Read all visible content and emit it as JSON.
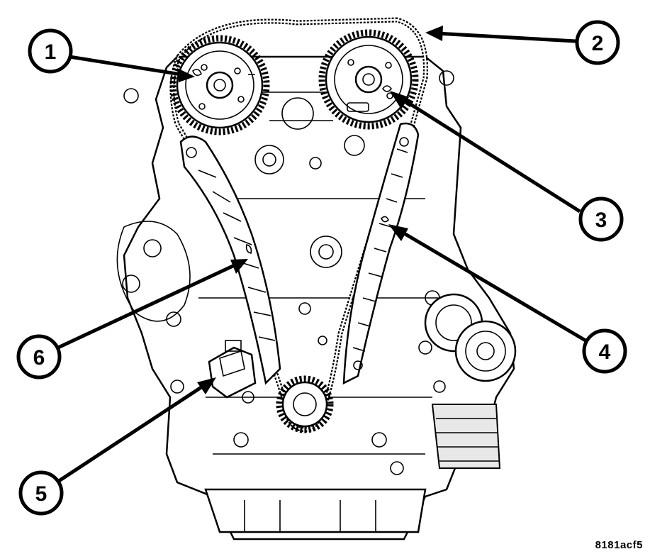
{
  "callouts": [
    "1",
    "2",
    "3",
    "4",
    "5",
    "6"
  ],
  "reference_code": "8181acf5",
  "colors": {
    "ink": "#000000",
    "paper": "#ffffff"
  }
}
